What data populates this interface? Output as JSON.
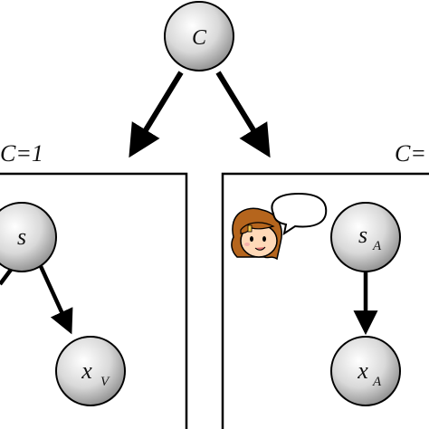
{
  "nodes": {
    "top": {
      "label": "C"
    },
    "left_source": {
      "label": "s"
    },
    "left_obs": {
      "label": "x",
      "sub": "V"
    },
    "right_source": {
      "label": "s",
      "sub": "A"
    },
    "right_obs": {
      "label": "x",
      "sub": "A"
    }
  },
  "case_labels": {
    "left": "C=1",
    "right": "C="
  },
  "colors": {
    "node_fill_light": "#ffffff",
    "node_fill_dark": "#8a8a8a",
    "stroke": "#000000",
    "hair": "#b5651d",
    "skin": "#ffd9b8"
  },
  "icons": [
    "speaking-girl-icon",
    "speech-bubble-icon"
  ]
}
